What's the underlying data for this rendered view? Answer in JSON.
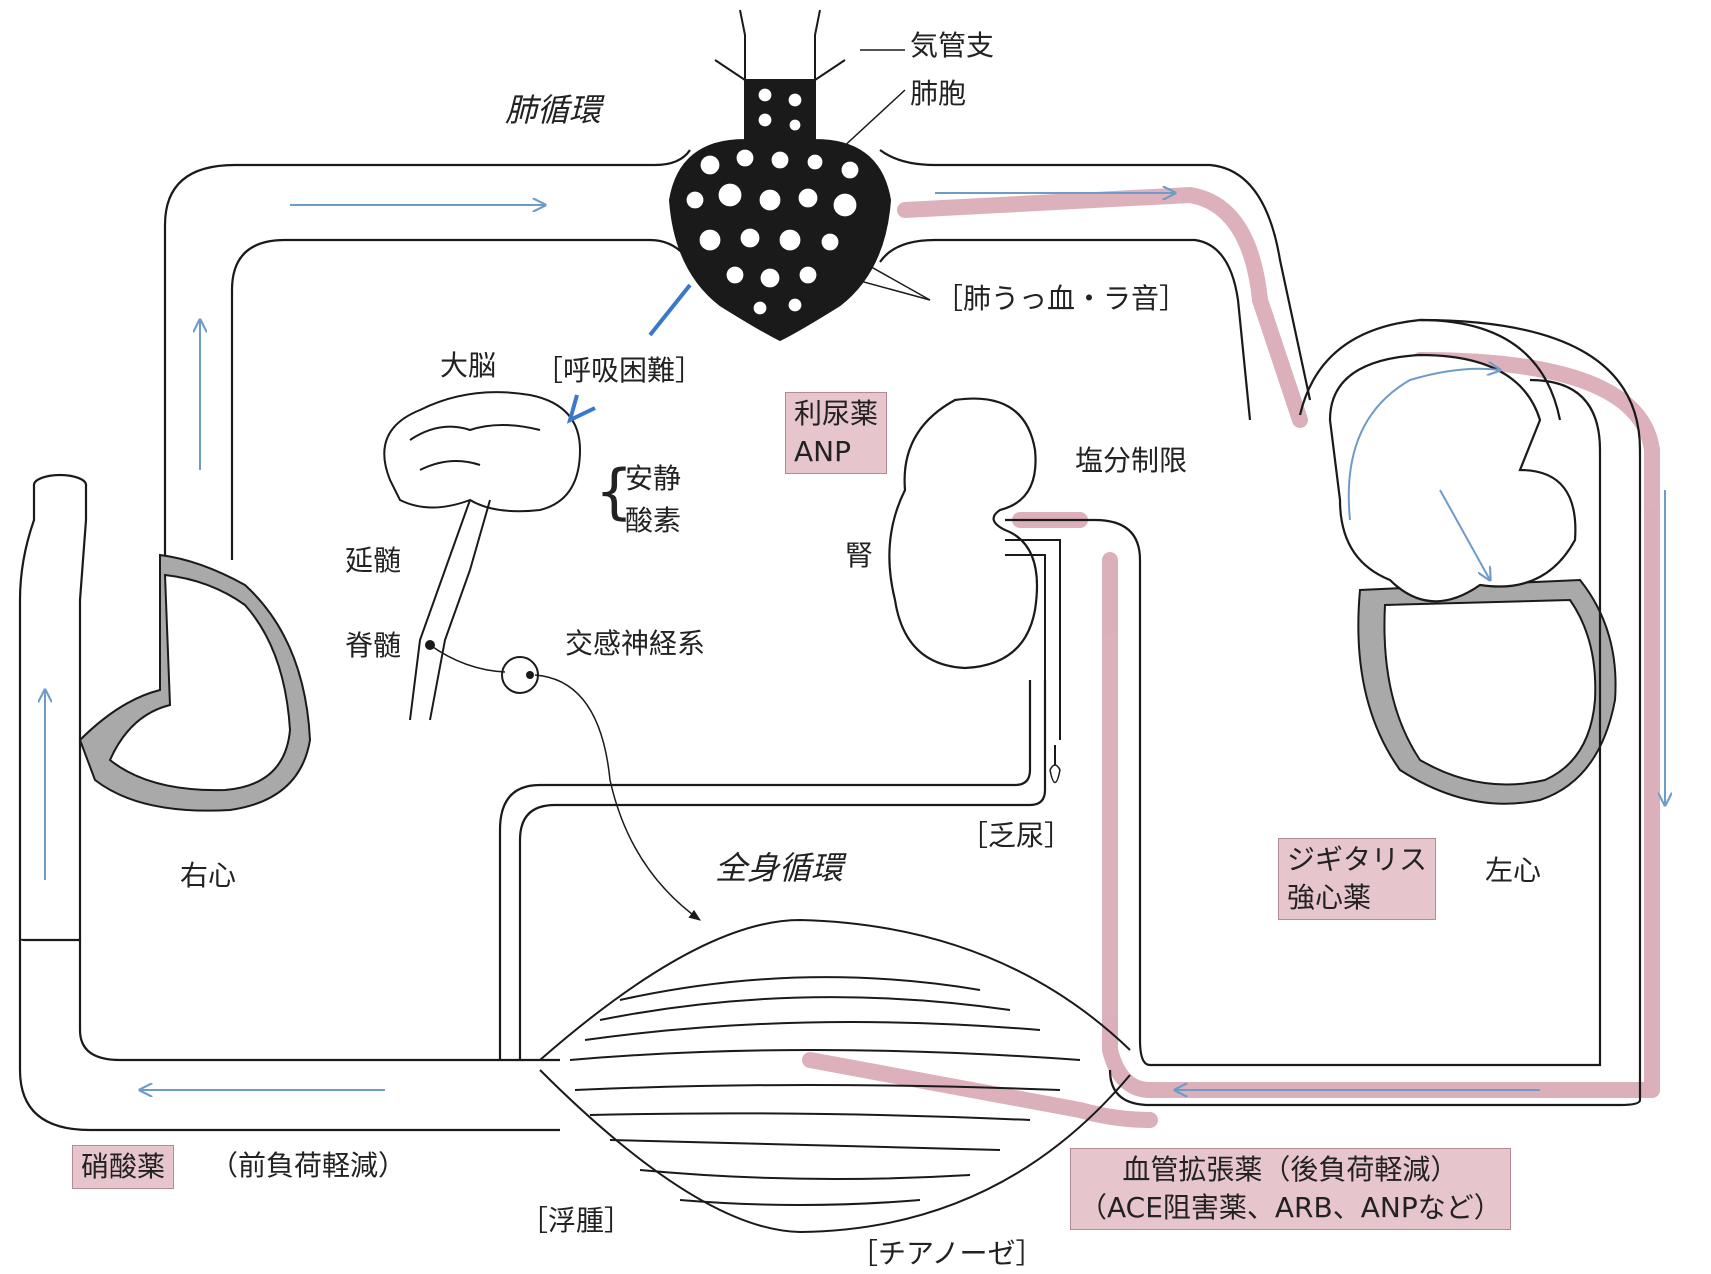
{
  "labels": {
    "pulmonary_circulation": "肺循環",
    "systemic_circulation": "全身循環",
    "bronchus": "気管支",
    "alveolus": "肺胞",
    "lung_congestion": "［肺うっ血・ラ音］",
    "dyspnea": "［呼吸困難］",
    "cerebrum": "大脳",
    "rest": "安静",
    "oxygen": "酸素",
    "medulla": "延髄",
    "spinal_cord": "脊髄",
    "sympathetic": "交感神経系",
    "kidney": "腎",
    "salt_restriction": "塩分制限",
    "oliguria": "［乏尿］",
    "right_heart": "右心",
    "left_heart": "左心",
    "edema": "［浮腫］",
    "cyanosis": "［チアノーゼ］",
    "preload": "（前負荷軽減）"
  },
  "drugs": {
    "diuretic": [
      "利尿薬",
      "ANP"
    ],
    "digitalis": [
      "ジギタリス",
      "強心薬"
    ],
    "nitrate": "硝酸薬",
    "vasodilator": [
      "血管拡張薬（後負荷軽減）",
      "（ACE阻害薬、ARB、ANPなど）"
    ]
  },
  "colors": {
    "line": "#1a1a1a",
    "arterial_tint": "#d7a3b0",
    "flow_arrow": "#6f9bc9",
    "dyspnea_arrow": "#3a78c8",
    "drug_box": "#e6c5cc",
    "myocardium": "#a9a9a9",
    "alveolus_fill": "#1a1a1a"
  }
}
